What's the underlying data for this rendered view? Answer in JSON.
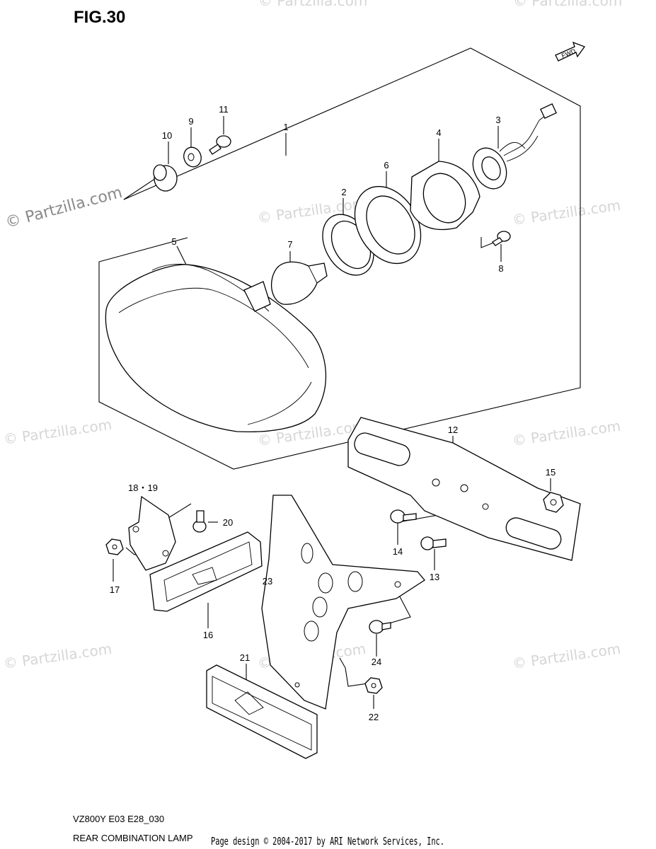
{
  "figure_title": "FIG.30",
  "model_code": "VZ800Y E03 E28_030",
  "diagram_title": "REAR COMBINATION LAMP",
  "page_credit": "Page design © 2004-2017 by ARI Network Services, Inc.",
  "watermark_primary": "© Partzilla.com",
  "watermark_faint": "© Partzilla.com",
  "forward_marker": "FWD",
  "callouts": {
    "c1": "1",
    "c2": "2",
    "c3": "3",
    "c4": "4",
    "c5": "5",
    "c6": "6",
    "c7": "7",
    "c8": "8",
    "c9": "9",
    "c10": "10",
    "c11": "11",
    "c12": "12",
    "c13": "13",
    "c14": "14",
    "c15": "15",
    "c16": "16",
    "c17": "17",
    "c18_19": "18・19",
    "c20": "20",
    "c21": "21",
    "c22": "22",
    "c23": "23",
    "c24": "24"
  }
}
